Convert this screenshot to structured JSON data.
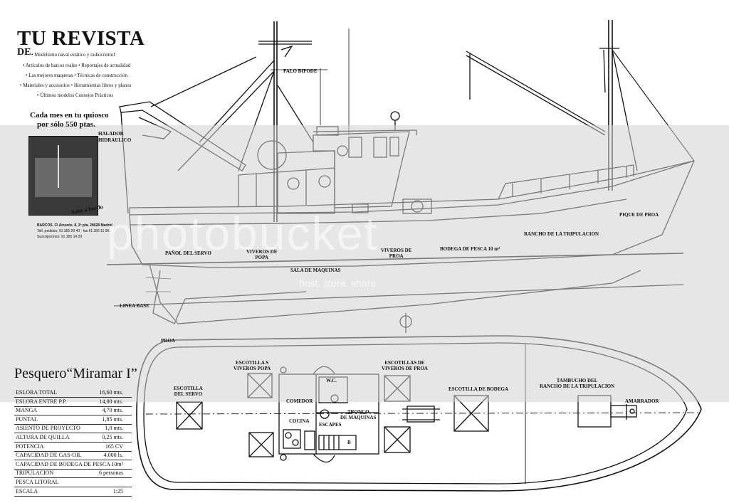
{
  "magazine": {
    "title": "TU REVISTA",
    "de": "DE",
    "topics": [
      "• Modelismo naval estático y radiocontrol",
      "• Artículos de barcos reales • Reportajes de actualidad",
      "• Las mejores maquetas • Técnicas de construcción",
      "• Materiales y accesorios • Herramientas libros y planos",
      "• Últimos modelos Consejos Prácticos"
    ],
    "promo_line1": "Cada mes en tu quiosco",
    "promo_line2": "por sólo 550 ptas.",
    "cover_tag": "Sabe a bordo",
    "address_lines": [
      "BARCOS. C/ Amorós, 8, 2ª pta. 28028 Madrid",
      "Telf. pedidos: 91 355 29 40 · fax 91 355 11 96",
      "Suscripciones: 91 355 14 20"
    ]
  },
  "ship": {
    "title": "Pesquero“Miramar I”",
    "specs": [
      {
        "label": "ESLORA TOTAL",
        "value": "16,60 mts."
      },
      {
        "label": "ESLORA ENTRE P.P.",
        "value": "14,00 mts."
      },
      {
        "label": "MANGA",
        "value": "4,70 mts."
      },
      {
        "label": "PUNTAL",
        "value": "1,85 mts."
      },
      {
        "label": "ASIENTO DE PROYECTO",
        "value": "1,0 mts."
      },
      {
        "label": "ALTURA DE QUILLA",
        "value": "0,25 mts."
      },
      {
        "label": "POTENCIA",
        "value": "165 CV"
      },
      {
        "label": "CAPACIDAD DE GAS-OIL",
        "value": "4.000 ls."
      },
      {
        "label": "CAPACIDAD DE BODEGA DE PESCA",
        "value": "10m³"
      },
      {
        "label": "TRIPULACION",
        "value": "6 personas"
      },
      {
        "label": "PESCA LITORAL",
        "value": ""
      },
      {
        "label": "ESCALA",
        "value": "1:25"
      }
    ]
  },
  "profile_labels": {
    "palo_bipode": "PALO BIPODE",
    "halador": "HALADOR",
    "hidraulico": "HIDRAULICO",
    "pique_proa": "PIQUE DE PROA",
    "rancho": "RANCHO DE LA TRIPULACION",
    "panol": "PAÑOL DEL SERVO",
    "viveros_popa_1": "VIVEROS DE",
    "viveros_popa_2": "POPA",
    "viveros_proa_1": "VIVEROS DE",
    "viveros_proa_2": "PROA",
    "bodega": "BODEGA DE PESCA 10 m³",
    "sala_maquinas": "SALA DE MAQUINAS",
    "linea_base": "LINEA BASE",
    "proa": "PROA"
  },
  "plan_labels": {
    "escotilla_servo_1": "ESCOTILLA",
    "escotilla_servo_2": "DEL SERVO",
    "escotillas_popa_1": "ESCOTILLA S",
    "escotillas_popa_2": "VIVEROS POPA",
    "wc": "W.C.",
    "comedor": "COMEDOR",
    "cocina": "COCINA",
    "escapes": "ESCAPES",
    "tronco_1": "TRONCO",
    "tronco_2": "DE MAQUINAS",
    "escotillas_proa_1": "ESCOTILLAS DE",
    "escotillas_proa_2": "VIVEROS DE PROA",
    "escotilla_bodega": "ESCOTILLA DE BODEGA",
    "tambucho_1": "TAMBUCHO DEL",
    "tambucho_2": "RANCHO DE LA TRIPULACION",
    "amarrador": "AMARRADOR",
    "b": "B"
  },
  "watermark": {
    "brand": "photobucket",
    "sub": "host. store. share."
  }
}
